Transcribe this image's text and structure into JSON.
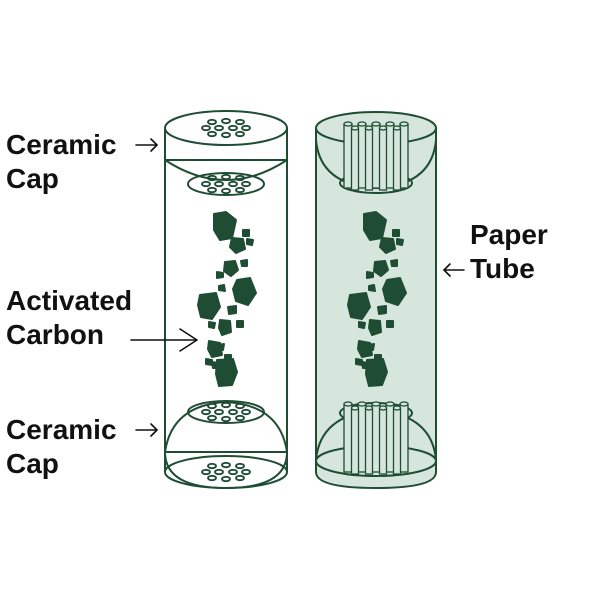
{
  "labels": {
    "ceramic_cap_top": {
      "line1": "Ceramic",
      "line2": "Cap"
    },
    "activated_carbon": {
      "line1": "Activated",
      "line2": "Carbon"
    },
    "ceramic_cap_bottom": {
      "line1": "Ceramic",
      "line2": "Cap"
    },
    "paper_tube": {
      "line1": "Paper",
      "line2": "Tube"
    }
  },
  "colors": {
    "outline": "#1f4d34",
    "carbon": "#1f4d34",
    "tube_fill": "#d6e6dc",
    "label_text": "#111111",
    "background": "#ffffff"
  }
}
